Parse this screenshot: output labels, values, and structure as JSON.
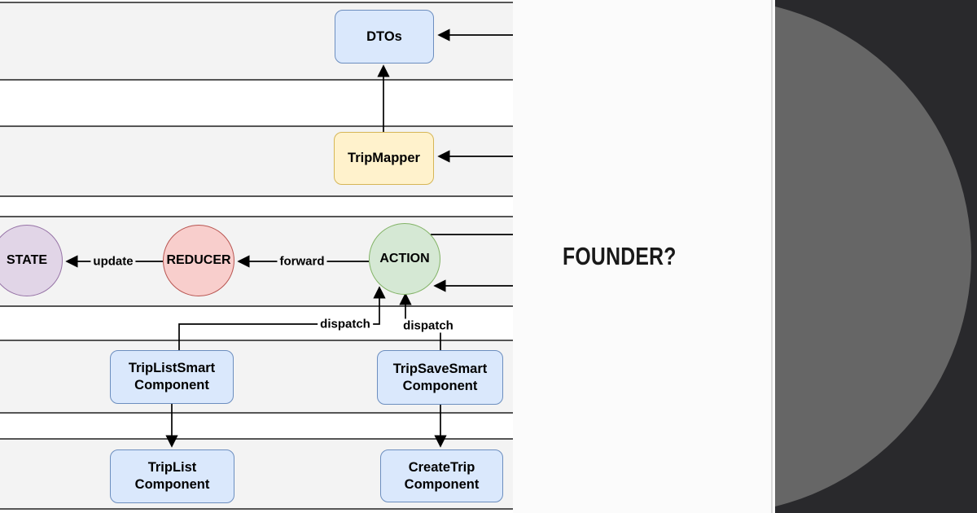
{
  "card": {
    "title": "FOUNDER?"
  },
  "diagram": {
    "nodes": {
      "dtos": "DTOs",
      "trip_mapper": "TripMapper",
      "state": "STATE",
      "reducer": "REDUCER",
      "action": "ACTION",
      "trip_list_smart": "TripListSmart Component",
      "trip_save_smart": "TripSaveSmart Component",
      "trip_list": "TripList Component",
      "create_trip": "CreateTrip Component"
    },
    "edge_labels": {
      "update": "update",
      "forward": "forward",
      "dispatch_left": "dispatch",
      "dispatch_right": "dispatch"
    },
    "colors": {
      "box_blue_fill": "#dae8fc",
      "box_blue_stroke": "#6c8ebf",
      "box_yellow_fill": "#fff2cc",
      "box_yellow_stroke": "#d6b656",
      "circle_purple_fill": "#e1d5e7",
      "circle_purple_stroke": "#9673a6",
      "circle_red_fill": "#f8cecc",
      "circle_red_stroke": "#b85450",
      "circle_green_fill": "#d5e8d4",
      "circle_green_stroke": "#82b366",
      "lane_fill": "#f3f3f3",
      "lane_line": "#555555",
      "arrow": "#000000"
    }
  },
  "right_panel": {
    "background": "#29292c",
    "circle_color": "#666666"
  }
}
